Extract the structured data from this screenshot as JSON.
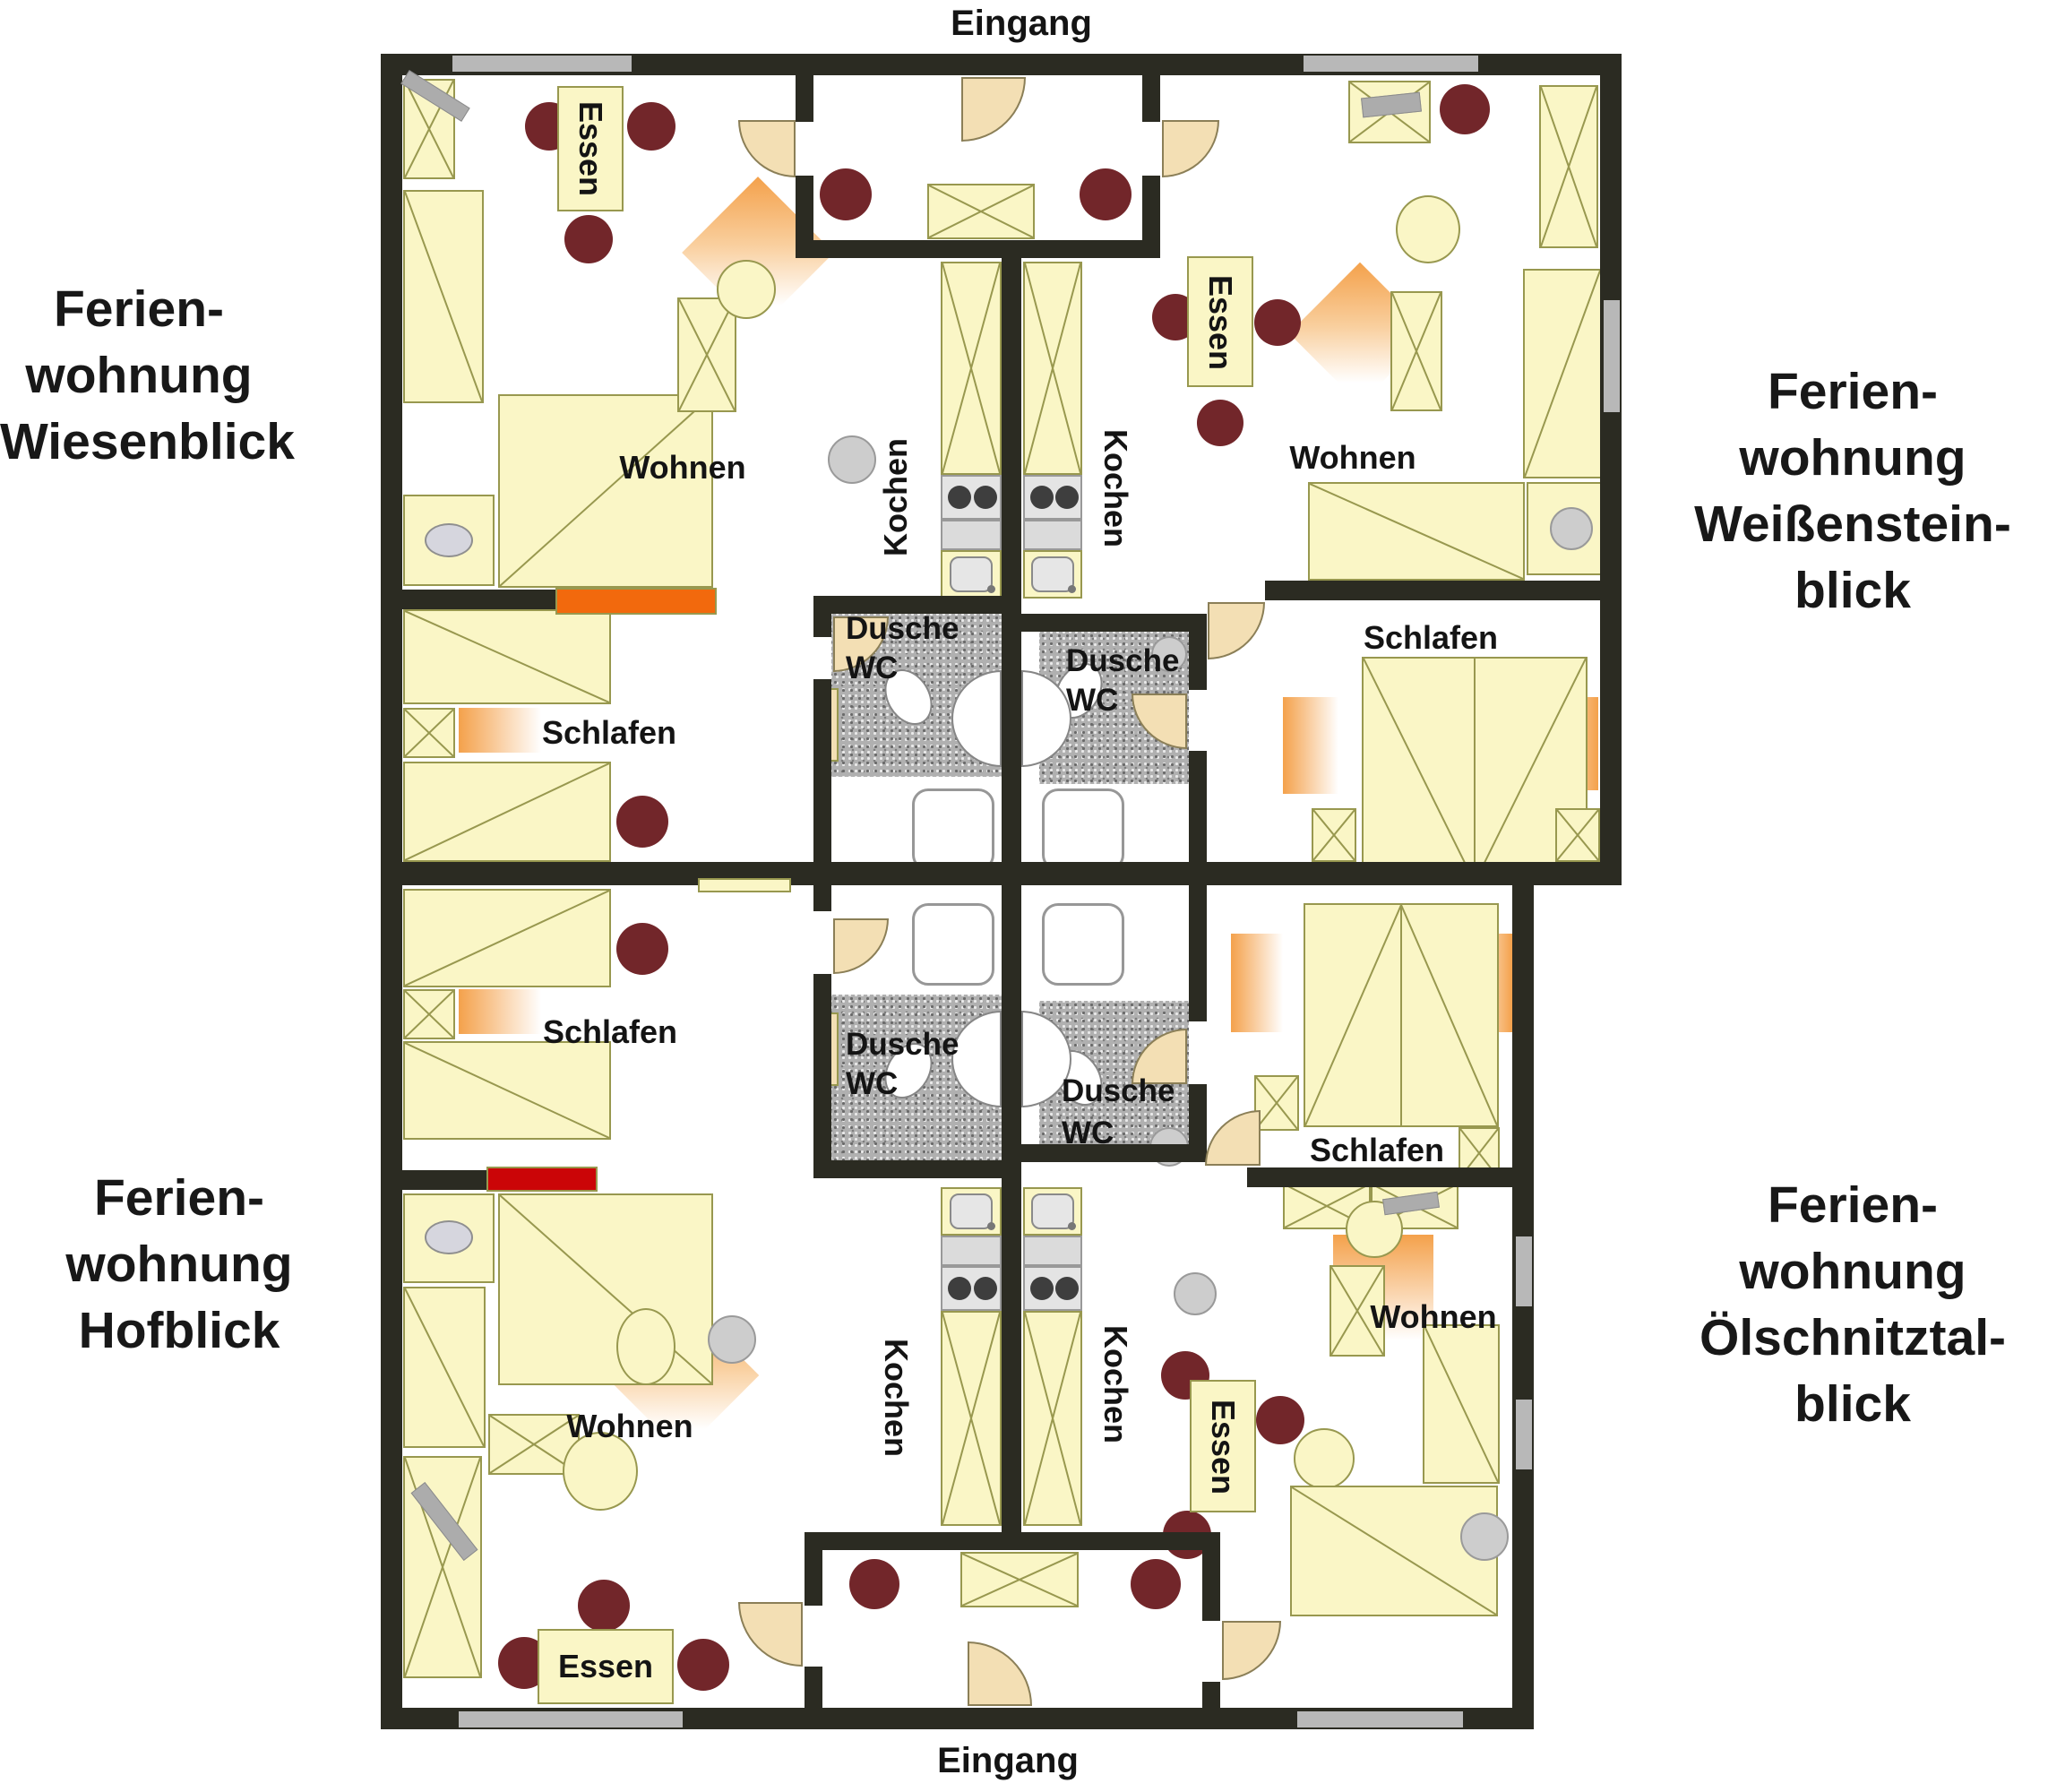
{
  "labels": {
    "eingang_top": "Eingang",
    "eingang_bottom": "Eingang",
    "wiesenblick_essen": "Essen",
    "wiesenblick_wohnen": "Wohnen",
    "wiesenblick_kochen": "Kochen",
    "wiesenblick_schlafen": "Schlafen",
    "wiesenblick_dusche": "Dusche",
    "wiesenblick_wc": "WC",
    "weissenstein_essen": "Essen",
    "weissenstein_wohnen": "Wohnen",
    "weissenstein_kochen": "Kochen",
    "weissenstein_schlafen": "Schlafen",
    "weissenstein_dusche": "Dusche",
    "weissenstein_wc": "WC",
    "hofblick_essen": "Essen",
    "hofblick_wohnen": "Wohnen",
    "hofblick_kochen": "Kochen",
    "hofblick_schlafen": "Schlafen",
    "hofblick_dusche": "Dusche",
    "hofblick_wc": "WC",
    "oelschnitztal_essen": "Essen",
    "oelschnitztal_wohnen": "Wohnen",
    "oelschnitztal_kochen": "Kochen",
    "oelschnitztal_schlafen": "Schlafen",
    "oelschnitztal_dusche": "Dusche",
    "oelschnitztal_wc": "WC"
  },
  "apartments": {
    "wiesenblick": {
      "lines": [
        "Ferien-",
        "wohnung",
        "Wiesenblick"
      ]
    },
    "weissenstein": {
      "lines": [
        "Ferien-",
        "wohnung",
        "Weißenstein-",
        "blick"
      ]
    },
    "hofblick": {
      "lines": [
        "Ferien-",
        "wohnung",
        "Hofblick"
      ]
    },
    "oelschnitztal": {
      "lines": [
        "Ferien-",
        "wohnung",
        "Ölschnitztal-",
        "blick"
      ]
    }
  },
  "colors": {
    "wall": "#2b2b22",
    "furniture": "#faf6c6",
    "furniture_line": "#98984f",
    "chair": "#72262a",
    "door": "#f3dfb4",
    "window": "#b8b8b8",
    "bath_floor": "#b0b0b0",
    "orange_sideboard": "#f2690d",
    "red_sideboard": "#cb0507",
    "rug_orange": "#f4a14b"
  }
}
